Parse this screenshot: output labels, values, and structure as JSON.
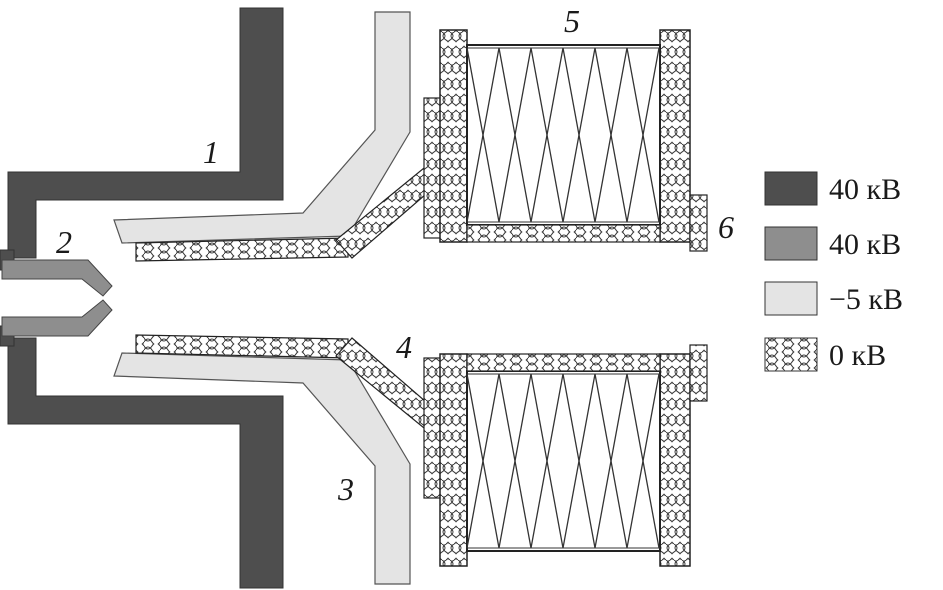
{
  "diagram": {
    "part_labels": {
      "p1": "1",
      "p2": "2",
      "p3": "3",
      "p4": "4",
      "p5": "5",
      "p6": "6"
    }
  },
  "legend": {
    "items": [
      {
        "label": "40 кВ",
        "swatch": "dark-gray"
      },
      {
        "label": "40 кВ",
        "swatch": "medium-gray"
      },
      {
        "label": "−5 кВ",
        "swatch": "light-gray"
      },
      {
        "label": "0 кВ",
        "swatch": "hatched"
      }
    ]
  },
  "colors": {
    "dark_gray": "#4e4e4e",
    "medium_gray": "#8e8e8e",
    "light_gray": "#e4e4e4",
    "hatch_bg": "#ffffff",
    "outline": "#222222"
  }
}
